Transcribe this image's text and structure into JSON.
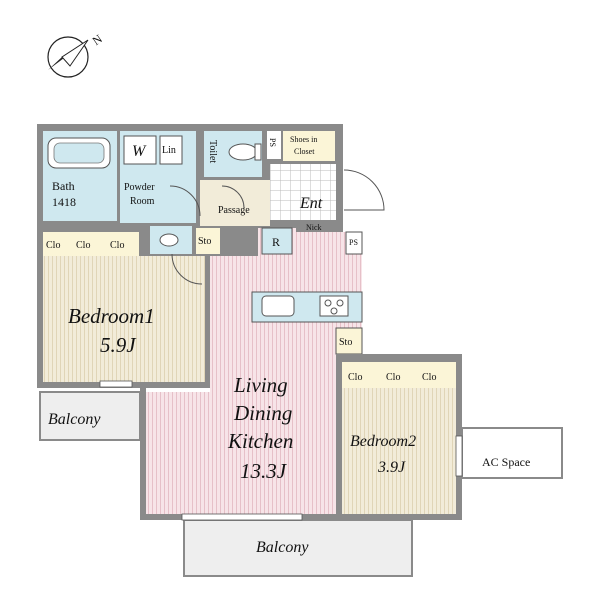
{
  "compass": {
    "label": "N"
  },
  "rooms": {
    "bath": {
      "name": "Bath",
      "size": "1418"
    },
    "washer": {
      "label": "W"
    },
    "linen": {
      "label": "Lin"
    },
    "powder_room": {
      "line1": "Powder",
      "line2": "Room"
    },
    "toilet": {
      "label": "Toilet"
    },
    "ps_small": {
      "label": "PS"
    },
    "shoes_closet": {
      "line1": "Shoes in",
      "line2": "Closet"
    },
    "passage": {
      "label": "Passage"
    },
    "entrance": {
      "label": "Ent"
    },
    "nick": {
      "label": "Nick"
    },
    "storage1": {
      "label": "Sto"
    },
    "fridge": {
      "label": "R"
    },
    "ps": {
      "label": "PS"
    },
    "bedroom1": {
      "name": "Bedroom1",
      "size": "5.9J",
      "closets": [
        "Clo",
        "Clo",
        "Clo"
      ]
    },
    "storage2": {
      "label": "Sto"
    },
    "ldk": {
      "line1": "Living",
      "line2": "Dining",
      "line3": "Kitchen",
      "size": "13.3J"
    },
    "bedroom2": {
      "name": "Bedroom2",
      "size": "3.9J",
      "closets": [
        "Clo",
        "Clo",
        "Clo"
      ]
    },
    "balcony_west": {
      "label": "Balcony"
    },
    "balcony_south": {
      "label": "Balcony"
    },
    "ac_space": {
      "label": "AC Space"
    }
  },
  "colors": {
    "bedroom_floor": "#f2ecd9",
    "bedroom_stripe": "#e3d9be",
    "ldk_floor": "#f6e2e6",
    "ldk_stripe": "#e9c6cd",
    "wet_area": "#cfe8ef",
    "closet": "#fbf5d7",
    "entry_tile": "#ffffff",
    "balcony": "#eeeeee"
  }
}
